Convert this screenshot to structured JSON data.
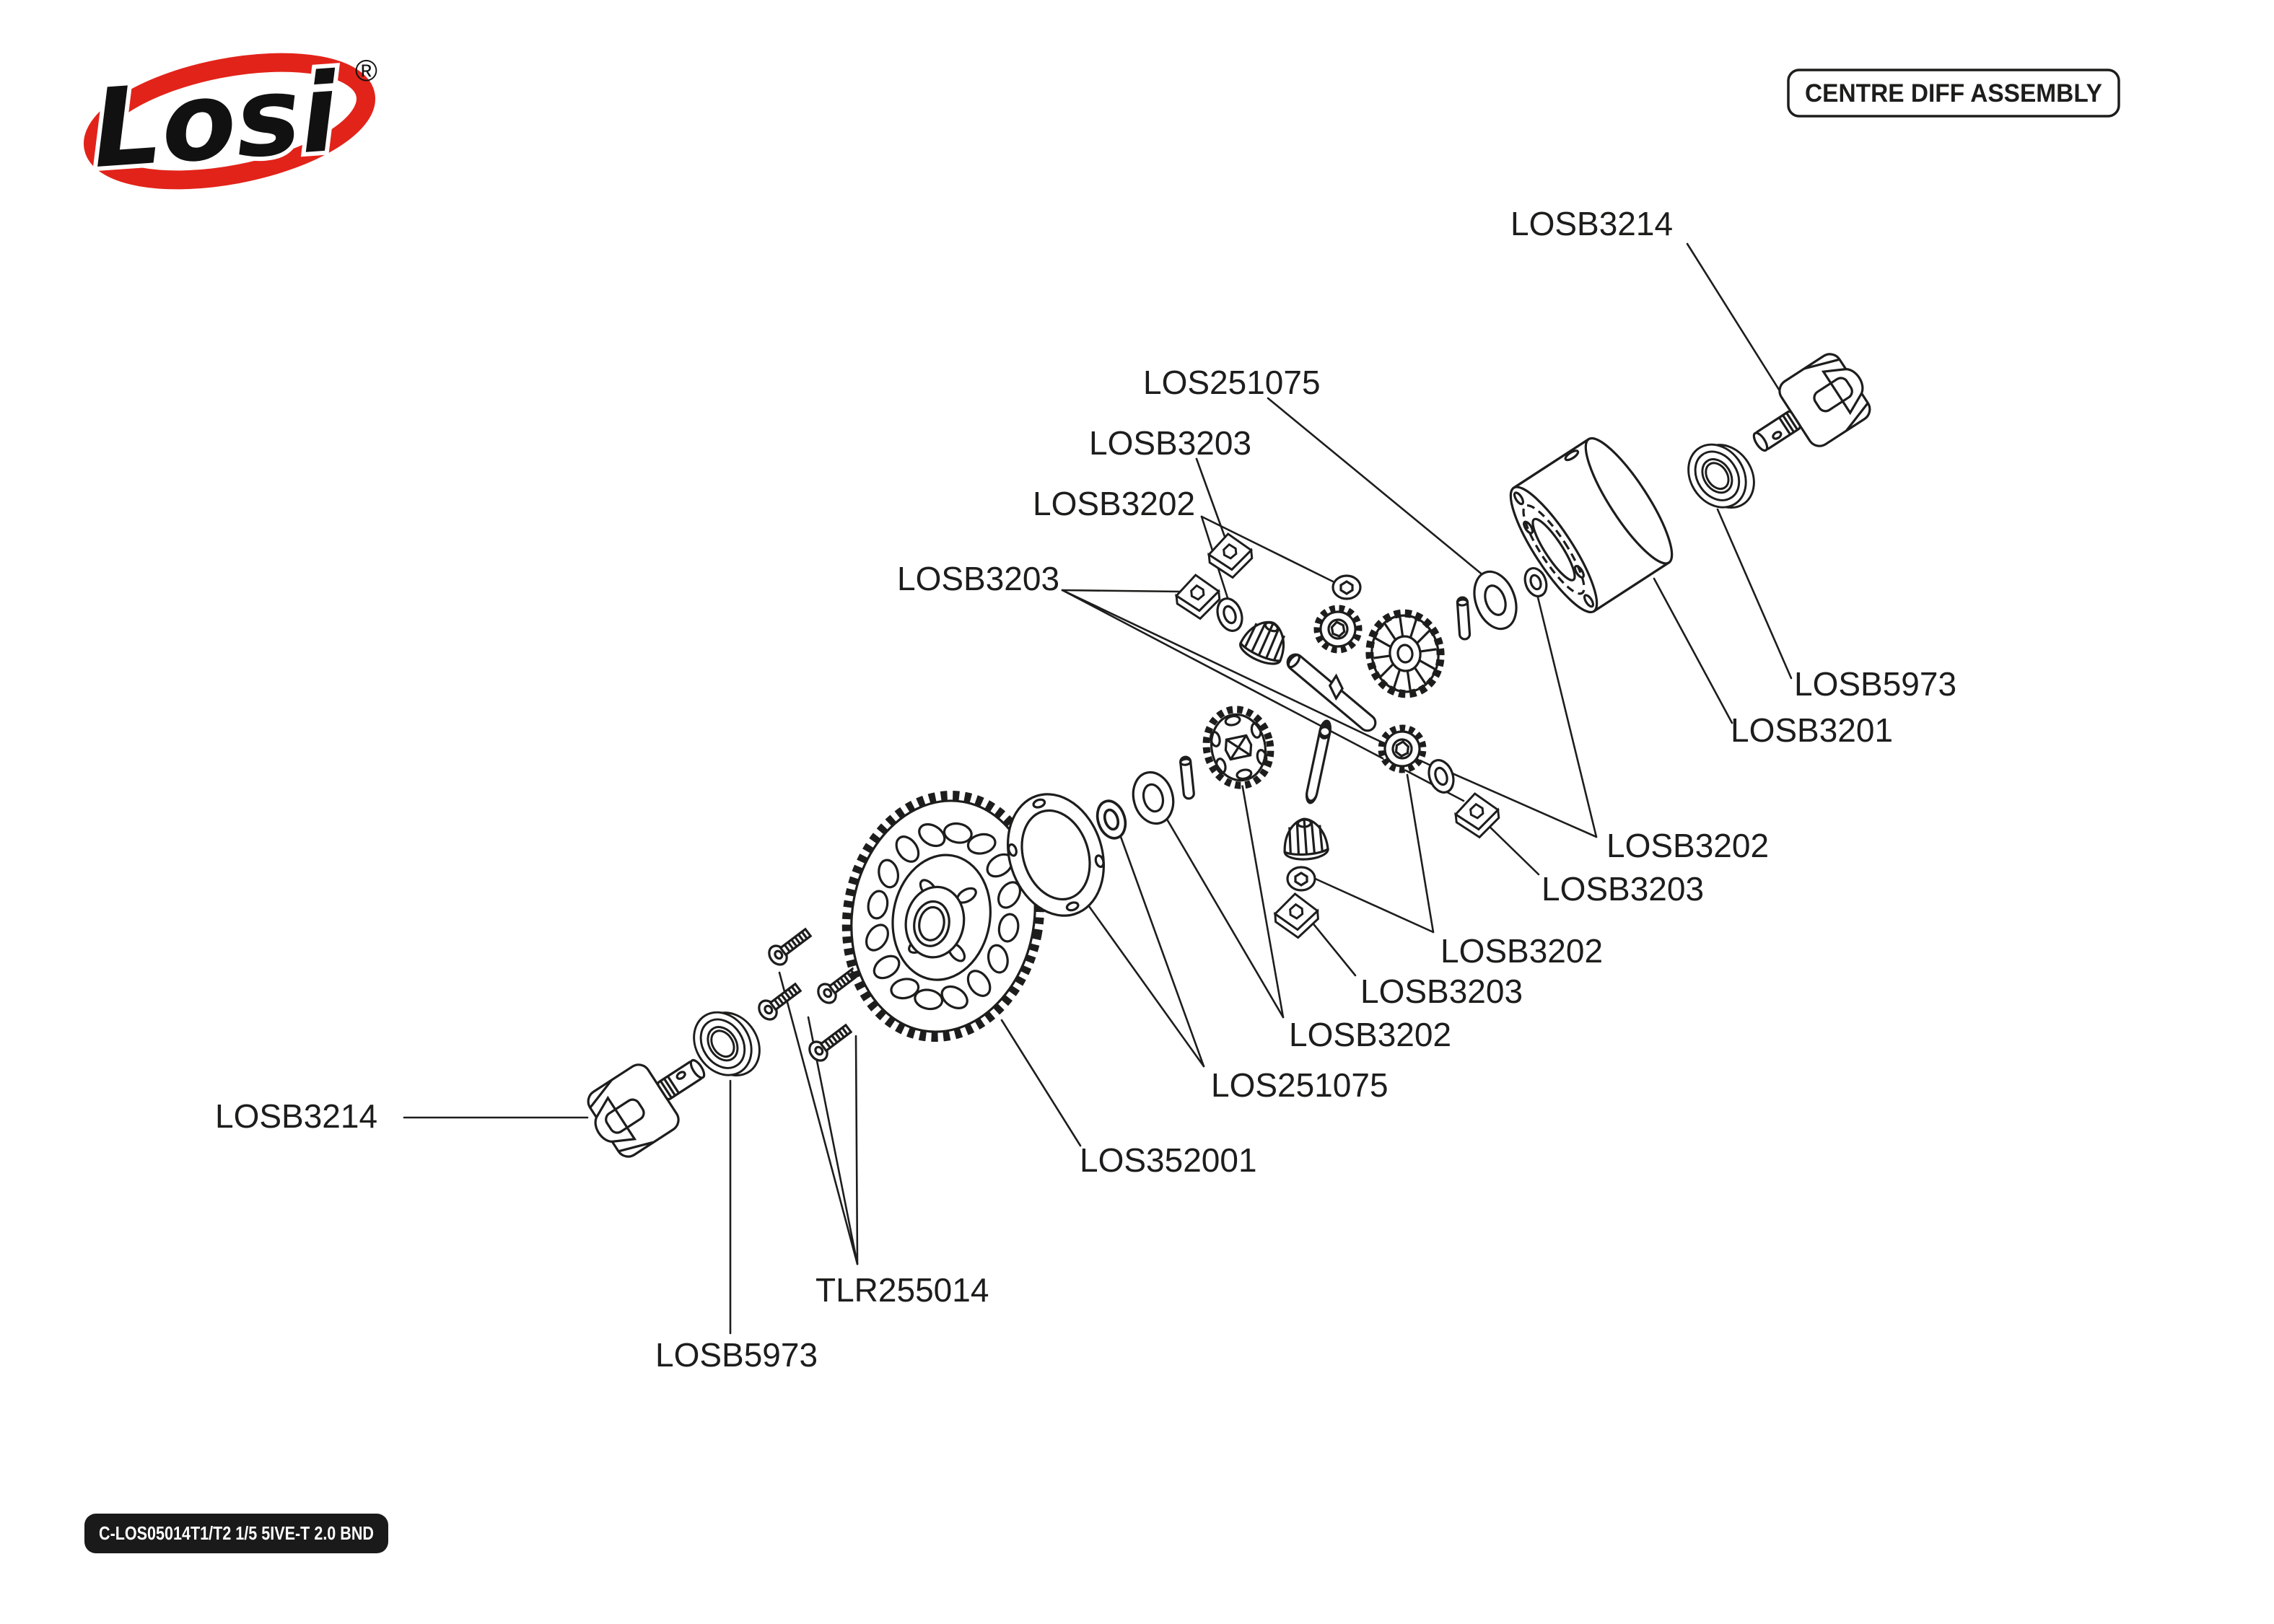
{
  "logo": {
    "brand": "Losi",
    "registered": "®",
    "red": "#E2231A"
  },
  "title_box": {
    "label": "CENTRE DIFF ASSEMBLY"
  },
  "footer_badge": {
    "label": "C-LOS05014T1/T2 1/5 5IVE-T 2.0 BND"
  },
  "diagram": {
    "labels": [
      {
        "id": "losb3214-right",
        "text": "LOSB3214"
      },
      {
        "id": "los251075-top",
        "text": "LOS251075"
      },
      {
        "id": "losb3203-top",
        "text": "LOSB3203"
      },
      {
        "id": "losb3202-top",
        "text": "LOSB3202"
      },
      {
        "id": "losb3203-left",
        "text": "LOSB3203"
      },
      {
        "id": "losb5973-right",
        "text": "LOSB5973"
      },
      {
        "id": "losb3201",
        "text": "LOSB3201"
      },
      {
        "id": "losb3202-right",
        "text": "LOSB3202"
      },
      {
        "id": "losb3203-right",
        "text": "LOSB3203"
      },
      {
        "id": "losb3202-mid",
        "text": "LOSB3202"
      },
      {
        "id": "losb3203-mid",
        "text": "LOSB3203"
      },
      {
        "id": "losb3202-lower",
        "text": "LOSB3202"
      },
      {
        "id": "los251075-bottom",
        "text": "LOS251075"
      },
      {
        "id": "los352001",
        "text": "LOS352001"
      },
      {
        "id": "losb3214-left",
        "text": "LOSB3214"
      },
      {
        "id": "tlr255014",
        "text": "TLR255014"
      },
      {
        "id": "losb5973-left",
        "text": "LOSB5973"
      }
    ]
  }
}
